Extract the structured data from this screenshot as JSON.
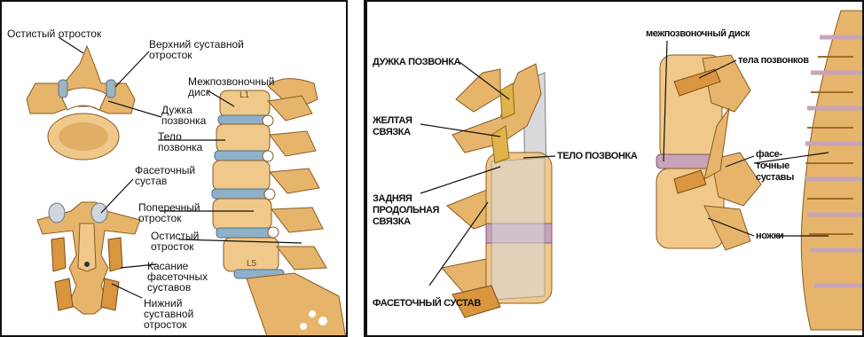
{
  "left_panel": {
    "labels": {
      "spinous_top": "Остистый отросток",
      "superior_articular_1": "Верхний суставной",
      "superior_articular_2": "отросток",
      "interverteb_1": "Межпозвоночный",
      "interverteb_2": "диск",
      "arch_1": "Дужка",
      "arch_2": "позвонка",
      "body_1": "Тело",
      "body_2": "позвонка",
      "facet_1": "Фасеточный",
      "facet_2": "сустав",
      "transverse_1": "Поперечный",
      "transverse_2": "отросток",
      "spinous_mid_1": "Остистый",
      "spinous_mid_2": "отросток",
      "contact_1": "Касание",
      "contact_2": "фасеточных",
      "contact_3": "суставов",
      "inferior_1": "Нижний",
      "inferior_2": "суставной",
      "inferior_3": "отросток",
      "l1": "L1",
      "l5": "L5"
    }
  },
  "right_panel": {
    "labels": {
      "arch": "ДУЖКА ПОЗВОНКА",
      "yellow_1": "ЖЕЛТАЯ",
      "yellow_2": "СВЯЗКА",
      "body": "ТЕЛО ПОЗВОНКА",
      "posterior_1": "ЗАДНЯЯ",
      "posterior_2": "ПРОДОЛЬНАЯ",
      "posterior_3": "СВЯЗКА",
      "facet": "ФАСЕТОЧНЫЙ СУСТАВ",
      "disc": "межпозвоночный диск",
      "bodies": "тела позвонков",
      "facet_j_1": "фасе-",
      "facet_j_2": "точные",
      "facet_j_3": "суставы",
      "pedicles": "ножки"
    }
  }
}
